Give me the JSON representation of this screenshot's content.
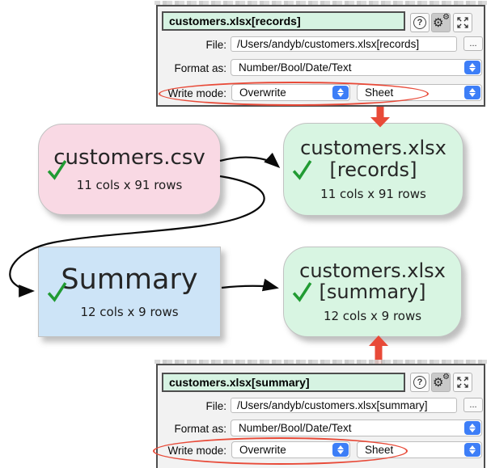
{
  "panel_top": {
    "title": "customers.xlsx[records]",
    "help_label": "?",
    "browse_label": "...",
    "fields": {
      "file_label": "File:",
      "file_value": "/Users/andyb/customers.xlsx[records]",
      "format_label": "Format as:",
      "format_value": "Number/Bool/Date/Text",
      "write_label": "Write mode:",
      "write_value": "Overwrite",
      "sheet_value": "Sheet"
    }
  },
  "panel_bottom": {
    "title": "customers.xlsx[summary]",
    "help_label": "?",
    "browse_label": "...",
    "fields": {
      "file_label": "File:",
      "file_value": "/Users/andyb/customers.xlsx[summary]",
      "format_label": "Format as:",
      "format_value": "Number/Bool/Date/Text",
      "write_label": "Write mode:",
      "write_value": "Overwrite",
      "sheet_value": "Sheet"
    }
  },
  "nodes": {
    "csv": {
      "title": "customers.csv",
      "stats": "11 cols x 91 rows"
    },
    "records": {
      "line1": "customers.xlsx",
      "line2": "[records]",
      "stats": "11 cols x 91 rows"
    },
    "summary": {
      "title": "Summary",
      "stats": "12 cols x 9 rows"
    },
    "summary_output": {
      "line1": "customers.xlsx",
      "line2": "[summary]",
      "stats": "12 cols x 9 rows"
    }
  },
  "colors": {
    "node_csv": "#f9d9e4",
    "node_excel": "#d8f5e2",
    "node_summary": "#cde4f7",
    "title_field": "#d6f3e2",
    "accent_blue": "#3d7ef7",
    "highlight_red": "#e84a38",
    "check_green": "#219b33",
    "edge_black": "#0a0a0a"
  }
}
